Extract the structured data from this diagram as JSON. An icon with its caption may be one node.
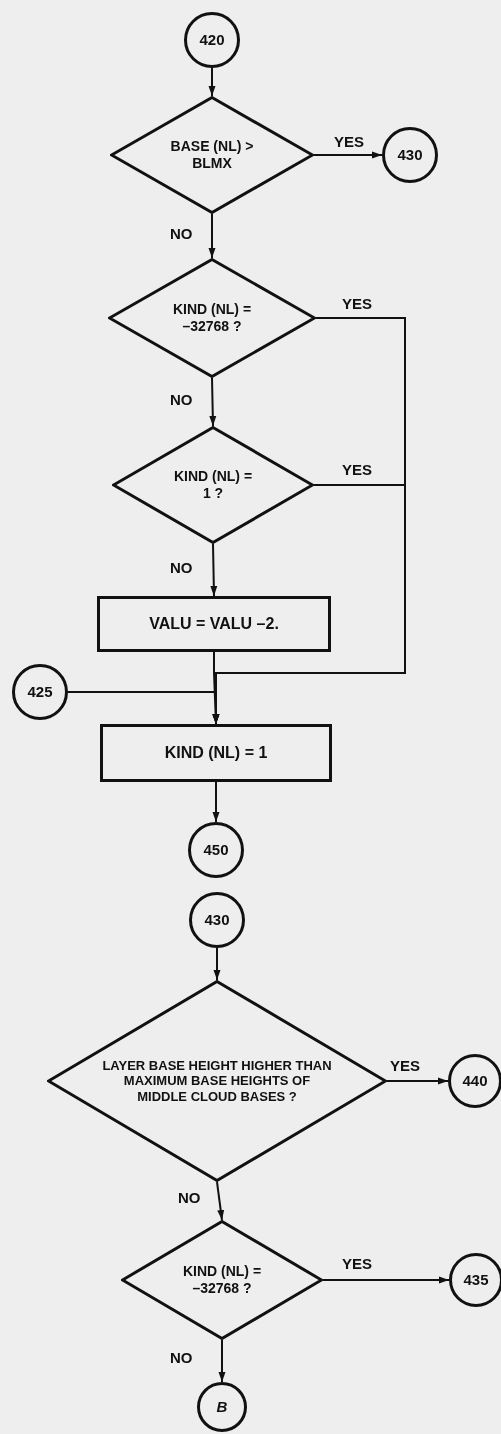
{
  "diagram": {
    "nodes": [
      {
        "text": [
          "420"
        ]
      },
      {
        "text": [
          "BASE (NL) > BLMX"
        ]
      },
      {
        "text": [
          "430"
        ]
      },
      {
        "text": [
          "KIND (NL) = –32768 ?"
        ]
      },
      {
        "text": [
          "KIND (NL) = 1 ?"
        ]
      },
      {
        "text": [
          "VALU = VALU –2."
        ]
      },
      {
        "text": [
          "425"
        ]
      },
      {
        "text": [
          "KIND (NL) = 1"
        ]
      },
      {
        "text": [
          "450"
        ]
      },
      {
        "text": [
          "430"
        ]
      },
      {
        "text": [
          "LAYER BASE HEIGHT HIGHER THAN MAXIMUM BASE HEIGHTS OF MIDDLE CLOUD BASES ?"
        ]
      },
      {
        "text": [
          "440"
        ]
      },
      {
        "text": [
          "KIND (NL) = –32768 ?"
        ]
      },
      {
        "text": [
          "435"
        ]
      },
      {
        "text": [
          "B"
        ]
      }
    ],
    "edges": [
      {
        "from": 0,
        "to": 1,
        "arrow": "to"
      },
      {
        "from": 1,
        "to": 2,
        "arrow": "to",
        "label": "YES"
      },
      {
        "from": 1,
        "to": 3,
        "arrow": "to",
        "label": "NO"
      },
      {
        "from": 3,
        "to": 7,
        "arrow": "to",
        "label": "YES"
      },
      {
        "from": 3,
        "to": 4,
        "arrow": "to",
        "label": "NO"
      },
      {
        "from": 4,
        "to": 7,
        "arrow": "to",
        "label": "YES"
      },
      {
        "from": 4,
        "to": 5,
        "arrow": "to",
        "label": "NO"
      },
      {
        "from": 5,
        "to": 7,
        "arrow": "to"
      },
      {
        "from": 6,
        "to": 7,
        "arrow": "to"
      },
      {
        "from": 7,
        "to": 8,
        "arrow": "to"
      },
      {
        "from": 9,
        "to": 10,
        "arrow": "to"
      },
      {
        "from": 10,
        "to": 11,
        "arrow": "to",
        "label": "YES"
      },
      {
        "from": 10,
        "to": 12,
        "arrow": "to",
        "label": "NO"
      },
      {
        "from": 12,
        "to": 13,
        "arrow": "to",
        "label": "YES"
      },
      {
        "from": 12,
        "to": 14,
        "arrow": "to",
        "label": "NO"
      }
    ]
  }
}
